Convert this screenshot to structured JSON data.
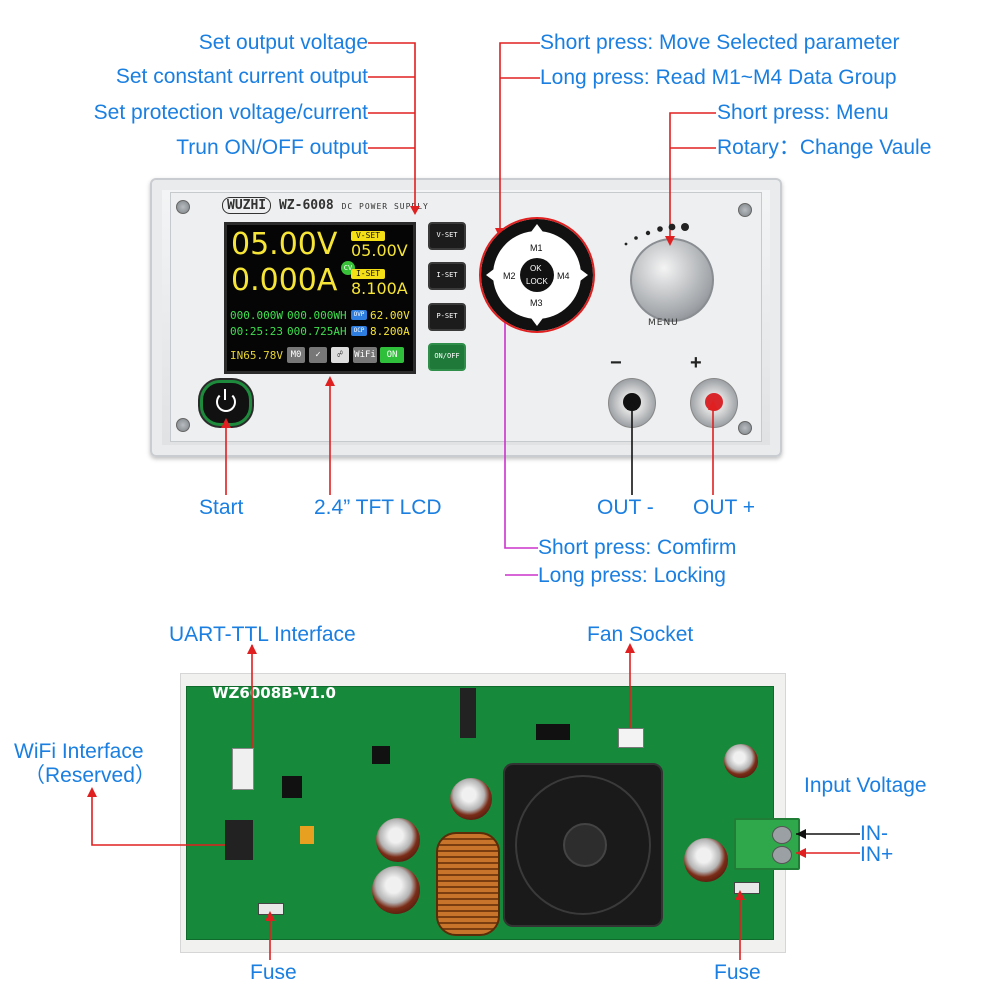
{
  "labels": {
    "set_output_voltage": "Set output voltage",
    "set_constant_current": "Set constant current output",
    "set_protection": "Set protection voltage/current",
    "turn_onoff": "Trun ON/OFF output",
    "short_press_move": "Short press: Move Selected parameter",
    "long_press_read": "Long press: Read M1~M4 Data Group",
    "short_press_menu": "Short press: Menu",
    "rotary_change": "Rotary：Change Vaule",
    "start": "Start",
    "tft_lcd": "2.4” TFT LCD",
    "out_minus": "OUT -",
    "out_plus": "OUT +",
    "short_press_confirm": "Short press: Comfirm",
    "long_press_locking": "Long press: Locking",
    "uart": "UART-TTL Interface",
    "fan_socket": "Fan Socket",
    "wifi_interface": "WiFi Interface",
    "wifi_reserved": "（Reserved）",
    "input_voltage": "Input Voltage",
    "in_minus": "IN-",
    "in_plus": "IN+",
    "fuse_left": "Fuse",
    "fuse_right": "Fuse"
  },
  "device": {
    "brand": "WUZHI",
    "model": "WZ-6008",
    "subtitle": "DC POWER SUPPLY",
    "menu_label": "MENU",
    "minus_sign": "−",
    "plus_sign": "+"
  },
  "lcd": {
    "voltage": "05.00V",
    "current": "0.000A",
    "cv_badge": "CV",
    "vset_tag": "V-SET",
    "vset_value": "05.00V",
    "iset_tag": "I-SET",
    "iset_value": "8.100A",
    "power": "000.000W",
    "energy": "000.000WH",
    "time": "00:25:23",
    "capacity": "000.725AH",
    "ovp_tag": "OVP",
    "ovp_value": "62.00V",
    "ocp_tag": "OCP",
    "ocp_value": "8.200A",
    "input": "IN65.78V",
    "mem": "M0",
    "check": "✓",
    "lock": "🔓",
    "wifi": "WiFi",
    "on": "ON"
  },
  "buttons": {
    "vset": "V-SET",
    "iset": "I-SET",
    "pset": "P-SET",
    "onoff": "ON/OFF"
  },
  "dial": {
    "m1": "M1",
    "m2": "M2",
    "m3": "M3",
    "m4": "M4",
    "ok": "OK",
    "lock": "LOCK"
  },
  "pcb": {
    "title": "WZ6008B-V1.0"
  },
  "colors": {
    "label_blue": "#1a7fe0",
    "leader_red": "#e02020",
    "leader_magenta": "#cc33cc",
    "leader_black": "#111111",
    "pcb_green": "#17893b",
    "lcd_yellow": "#f6e536"
  }
}
